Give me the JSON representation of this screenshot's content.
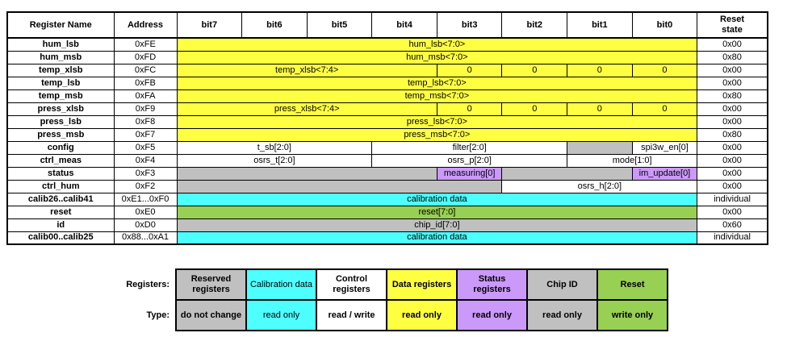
{
  "colors": {
    "yellow": "#FFFF42",
    "cyan": "#4DFFFF",
    "purple": "#CB99FA",
    "gray": "#C0C0C0",
    "green": "#97D052",
    "white": "#FFFFFF"
  },
  "table": {
    "header": {
      "register_name": "Register Name",
      "address": "Address",
      "bits": [
        "bit7",
        "bit6",
        "bit5",
        "bit4",
        "bit3",
        "bit2",
        "bit1",
        "bit0"
      ],
      "reset_state": "Reset\nstate"
    },
    "rows": [
      {
        "name": "hum_lsb",
        "address": "0xFE",
        "reset": "0x00",
        "fields": [
          {
            "label": "hum_lsb<7:0>",
            "span": 8,
            "bg": "yellow"
          }
        ]
      },
      {
        "name": "hum_msb",
        "address": "0xFD",
        "reset": "0x80",
        "fields": [
          {
            "label": "hum_msb<7:0>",
            "span": 8,
            "bg": "yellow"
          }
        ]
      },
      {
        "name": "temp_xlsb",
        "address": "0xFC",
        "reset": "0x00",
        "fields": [
          {
            "label": "temp_xlsb<7:4>",
            "span": 4,
            "bg": "yellow"
          },
          {
            "label": "0",
            "span": 1,
            "bg": "yellow"
          },
          {
            "label": "0",
            "span": 1,
            "bg": "yellow"
          },
          {
            "label": "0",
            "span": 1,
            "bg": "yellow"
          },
          {
            "label": "0",
            "span": 1,
            "bg": "yellow"
          }
        ]
      },
      {
        "name": "temp_lsb",
        "address": "0xFB",
        "reset": "0x00",
        "fields": [
          {
            "label": "temp_lsb<7:0>",
            "span": 8,
            "bg": "yellow"
          }
        ]
      },
      {
        "name": "temp_msb",
        "address": "0xFA",
        "reset": "0x80",
        "fields": [
          {
            "label": "temp_msb<7:0>",
            "span": 8,
            "bg": "yellow"
          }
        ]
      },
      {
        "name": "press_xlsb",
        "address": "0xF9",
        "reset": "0x00",
        "fields": [
          {
            "label": "press_xlsb<7:4>",
            "span": 4,
            "bg": "yellow"
          },
          {
            "label": "0",
            "span": 1,
            "bg": "yellow"
          },
          {
            "label": "0",
            "span": 1,
            "bg": "yellow"
          },
          {
            "label": "0",
            "span": 1,
            "bg": "yellow"
          },
          {
            "label": "0",
            "span": 1,
            "bg": "yellow"
          }
        ]
      },
      {
        "name": "press_lsb",
        "address": "0xF8",
        "reset": "0x00",
        "fields": [
          {
            "label": "press_lsb<7:0>",
            "span": 8,
            "bg": "yellow"
          }
        ]
      },
      {
        "name": "press_msb",
        "address": "0xF7",
        "reset": "0x80",
        "fields": [
          {
            "label": "press_msb<7:0>",
            "span": 8,
            "bg": "yellow"
          }
        ]
      },
      {
        "name": "config",
        "address": "0xF5",
        "reset": "0x00",
        "fields": [
          {
            "label": "t_sb[2:0]",
            "span": 3,
            "bg": "white"
          },
          {
            "label": "filter[2:0]",
            "span": 3,
            "bg": "white"
          },
          {
            "label": "",
            "span": 1,
            "bg": "gray"
          },
          {
            "label": "spi3w_en[0]",
            "span": 1,
            "bg": "white"
          }
        ]
      },
      {
        "name": "ctrl_meas",
        "address": "0xF4",
        "reset": "0x00",
        "fields": [
          {
            "label": "osrs_t[2:0]",
            "span": 3,
            "bg": "white"
          },
          {
            "label": "osrs_p[2:0]",
            "span": 3,
            "bg": "white"
          },
          {
            "label": "mode[1:0]",
            "span": 2,
            "bg": "white"
          }
        ]
      },
      {
        "name": "status",
        "address": "0xF3",
        "reset": "0x00",
        "fields": [
          {
            "label": "",
            "span": 4,
            "bg": "gray"
          },
          {
            "label": "measuring[0]",
            "span": 1,
            "bg": "purple"
          },
          {
            "label": "",
            "span": 2,
            "bg": "gray"
          },
          {
            "label": "im_update[0]",
            "span": 1,
            "bg": "purple"
          }
        ]
      },
      {
        "name": "ctrl_hum",
        "address": "0xF2",
        "reset": "0x00",
        "fields": [
          {
            "label": "",
            "span": 5,
            "bg": "gray"
          },
          {
            "label": "osrs_h[2:0]",
            "span": 3,
            "bg": "white"
          }
        ]
      },
      {
        "name": "calib26..calib41",
        "address": "0xE1...0xF0",
        "reset": "individual",
        "fields": [
          {
            "label": "calibration data",
            "span": 8,
            "bg": "cyan"
          }
        ]
      },
      {
        "name": "reset",
        "address": "0xE0",
        "reset": "0x00",
        "fields": [
          {
            "label": "reset[7:0]",
            "span": 8,
            "bg": "green"
          }
        ]
      },
      {
        "name": "id",
        "address": "0xD0",
        "reset": "0x60",
        "fields": [
          {
            "label": "chip_id[7:0]",
            "span": 8,
            "bg": "gray"
          }
        ]
      },
      {
        "name": "calib00..calib25",
        "address": "0x88...0xA1",
        "reset": "individual",
        "fields": [
          {
            "label": "calibration data",
            "span": 8,
            "bg": "cyan"
          }
        ]
      }
    ]
  },
  "legend": {
    "row_labels": [
      "Registers:",
      "Type:"
    ],
    "columns": [
      {
        "register": "Reserved registers",
        "type": "do not change",
        "bg": "gray",
        "register_bold": true,
        "type_bold": true
      },
      {
        "register": "Calibration data",
        "type": "read only",
        "bg": "cyan",
        "register_bold": false,
        "type_bold": false
      },
      {
        "register": "Control registers",
        "type": "read / write",
        "bg": "white",
        "register_bold": true,
        "type_bold": true
      },
      {
        "register": "Data registers",
        "type": "read only",
        "bg": "yellow",
        "register_bold": true,
        "type_bold": true
      },
      {
        "register": "Status registers",
        "type": "read only",
        "bg": "purple",
        "register_bold": true,
        "type_bold": true
      },
      {
        "register": "Chip ID",
        "type": "read only",
        "bg": "gray",
        "register_bold": true,
        "type_bold": true
      },
      {
        "register": "Reset",
        "type": "write only",
        "bg": "green",
        "register_bold": true,
        "type_bold": true
      }
    ]
  }
}
